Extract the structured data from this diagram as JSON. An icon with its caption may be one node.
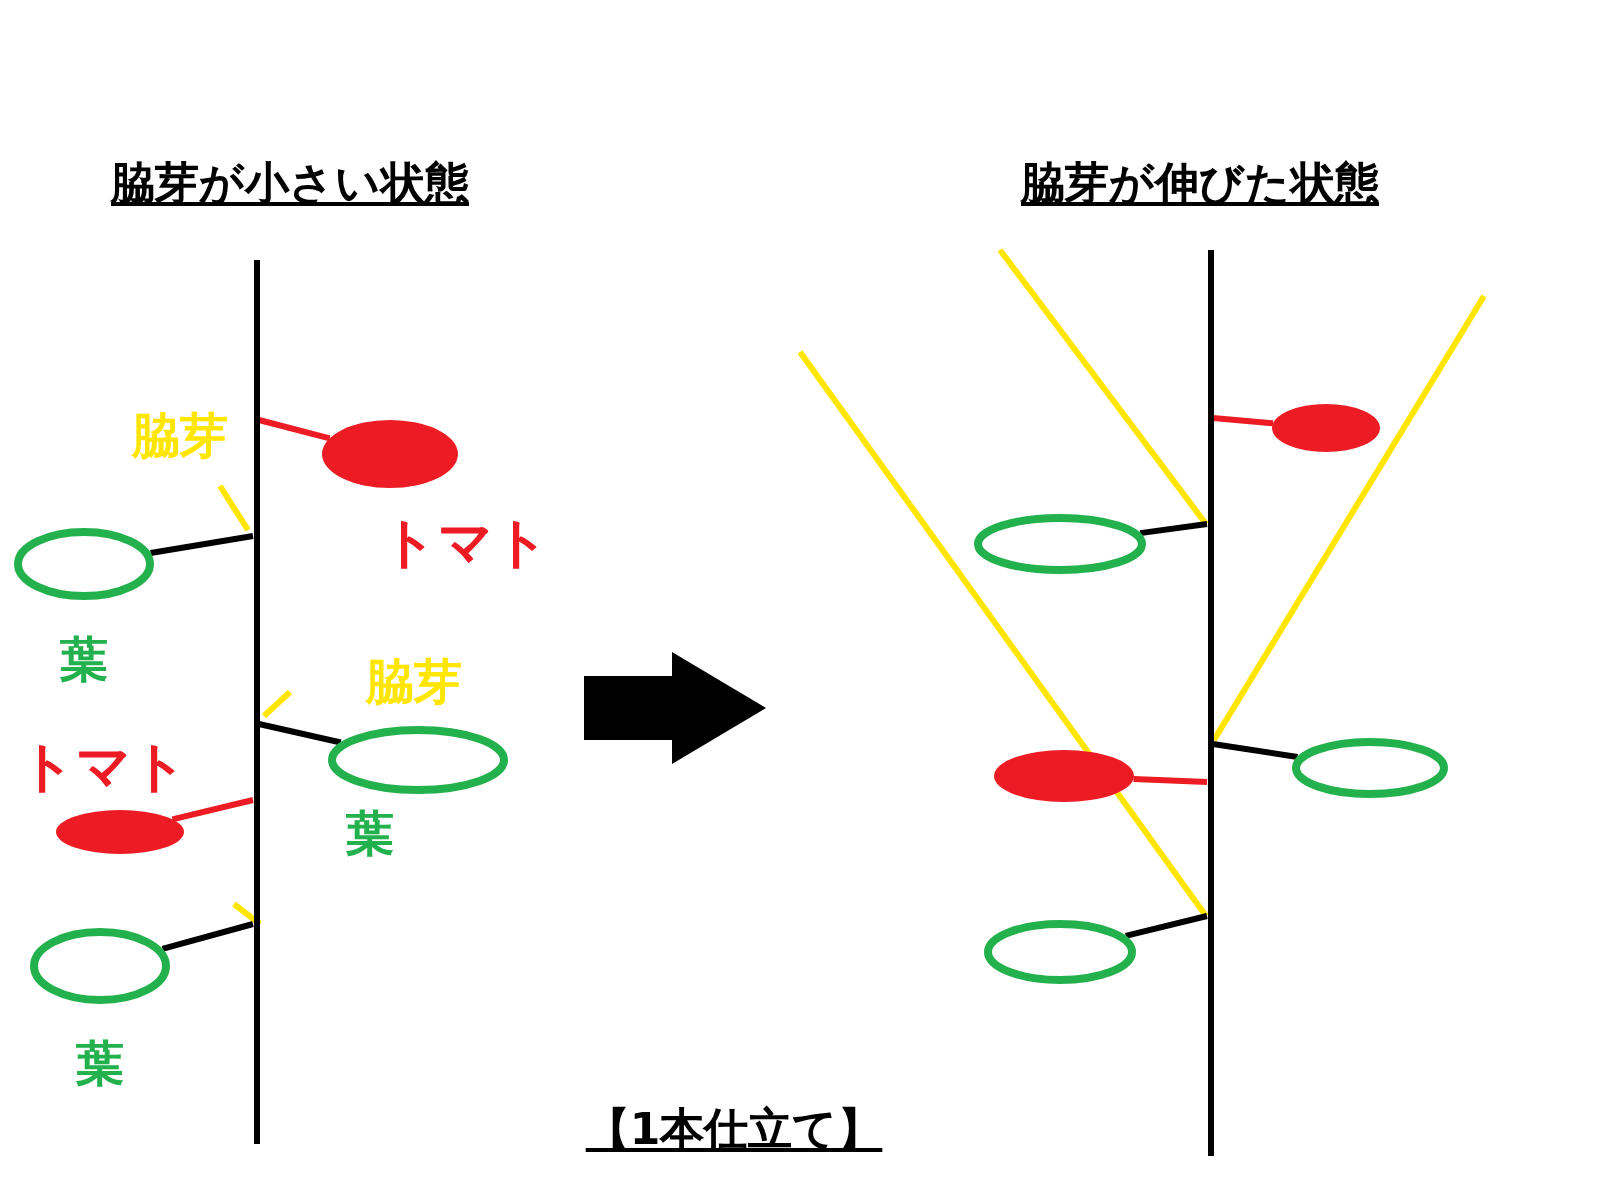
{
  "diagram": {
    "caption": "【1本仕立て】",
    "nodes": [
      {
        "text": [],
        "shape": "bar"
      },
      {
        "text": [],
        "shape": "bar"
      },
      {
        "text": [],
        "shape": "ellipse",
        "beside": [
          "トマト"
        ]
      },
      {
        "text": [],
        "shape": "ellipse",
        "beside": [
          "葉"
        ]
      },
      {
        "text": [],
        "shape": "ellipse",
        "beside": [
          "葉"
        ]
      },
      {
        "text": [],
        "shape": "ellipse",
        "beside": [
          "トマト"
        ]
      },
      {
        "text": [],
        "shape": "ellipse",
        "beside": [
          "葉"
        ]
      },
      {
        "text": [],
        "shape": "ellipse"
      },
      {
        "text": [],
        "shape": "ellipse"
      },
      {
        "text": [],
        "shape": "ellipse"
      },
      {
        "text": [],
        "shape": "ellipse"
      },
      {
        "text": [],
        "shape": "ellipse"
      }
    ],
    "edges": [
      {
        "from": 0,
        "to": 2,
        "arrow": "none",
        "color": "#ed1c24"
      },
      {
        "from": 0,
        "to": 3,
        "arrow": "none"
      },
      {
        "from": 0,
        "to": 4,
        "arrow": "none"
      },
      {
        "from": 0,
        "to": 5,
        "arrow": "none",
        "color": "#ed1c24"
      },
      {
        "from": 0,
        "to": 6,
        "arrow": "none"
      },
      {
        "from": 1,
        "to": 7,
        "arrow": "none",
        "color": "#ed1c24"
      },
      {
        "from": 1,
        "to": 8,
        "arrow": "none"
      },
      {
        "from": 1,
        "to": 9,
        "arrow": "none",
        "color": "#ed1c24"
      },
      {
        "from": 1,
        "to": 10,
        "arrow": "none"
      },
      {
        "from": 1,
        "to": 11,
        "arrow": "none"
      }
    ],
    "labels": [
      "脇芽が小さい状態",
      "脇芽が伸びた状態",
      "脇芽",
      "脇芽"
    ]
  }
}
